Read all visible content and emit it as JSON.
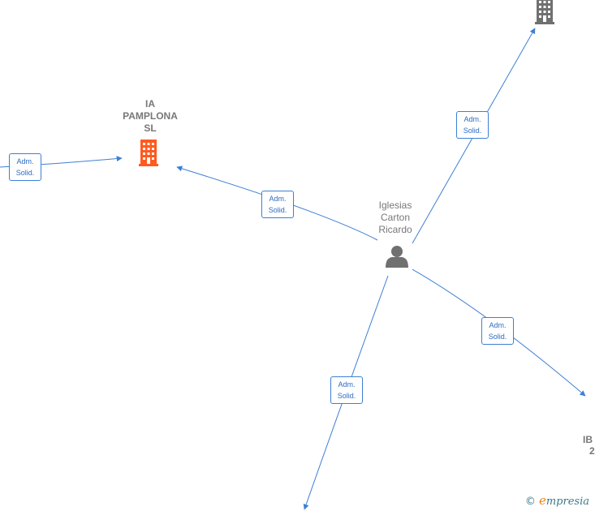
{
  "nodes": {
    "company_left": {
      "name_lines": [
        "IA",
        "PAMPLONA",
        "SL"
      ],
      "color": "#ff5a1f"
    },
    "person": {
      "name_lines": [
        "Iglesias",
        "Carton",
        "Ricardo"
      ],
      "color": "#707070"
    },
    "company_top": {
      "color": "#707070"
    },
    "company_right": {
      "clipped_text": [
        "IB",
        "2"
      ]
    }
  },
  "edges": [
    {
      "label_lines": [
        "Adm.",
        "Solid."
      ]
    },
    {
      "label_lines": [
        "Adm.",
        "Solid."
      ]
    },
    {
      "label_lines": [
        "Adm.",
        "Solid."
      ]
    },
    {
      "label_lines": [
        "Adm.",
        "Solid."
      ]
    },
    {
      "label_lines": [
        "Adm.",
        "Solid."
      ]
    }
  ],
  "colors": {
    "edge": "#3d7fd4"
  },
  "watermark": {
    "symbol": "©",
    "initial": "e",
    "rest": "mpresia"
  }
}
